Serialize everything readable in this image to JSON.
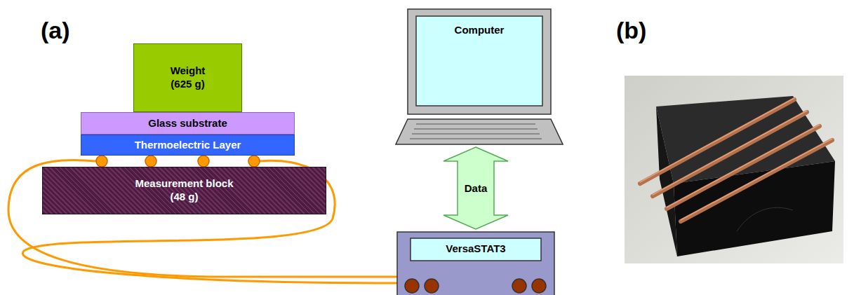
{
  "diagram": {
    "nodes": [
      {
        "text": [
          "Weight",
          "(625 g)"
        ]
      },
      {
        "text": [
          "Glass substrate"
        ]
      },
      {
        "text": [
          "Thermoelectric Layer"
        ]
      },
      {
        "text": [
          "Measurement block",
          "(48 g)"
        ]
      },
      {
        "text": [
          "Computer"
        ]
      },
      {
        "text": [
          "VersaSTAT3"
        ]
      }
    ],
    "edges": [
      {
        "from": 4,
        "to": 5,
        "arrow": "both",
        "label": "Data"
      }
    ],
    "labels": [
      "(a)",
      "(b)"
    ]
  }
}
